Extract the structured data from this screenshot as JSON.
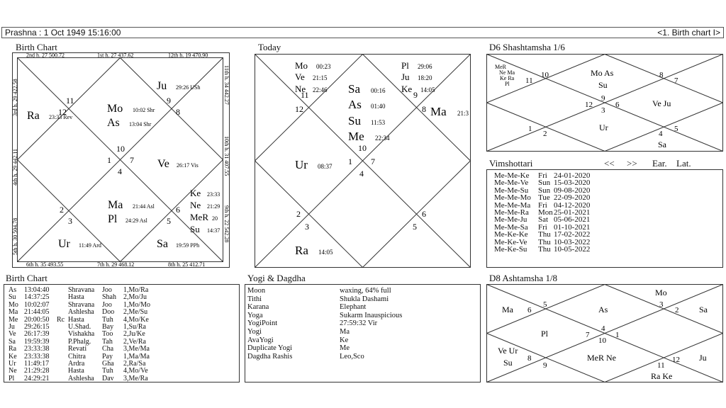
{
  "header": {
    "left": "Prashna :   1 Oct 1949  15:16:00",
    "right": "<1. Birth chart I>"
  },
  "titles": {
    "birth_chart": "Birth Chart",
    "today": "Today",
    "d6": "D6 Shashtamsha 1/6",
    "vimshottari": "Vimshottari",
    "birth_table": "Birth Chart",
    "yogi": "Yogi & Dagdha",
    "d8": "D8 Ashtamsha 1/8"
  },
  "vim_nav": {
    "prev": "<<",
    "next": ">>",
    "ear": "Ear.",
    "lat": "Lat."
  },
  "birth_chart": {
    "borders": [
      "2nd h.  27  500.72",
      "1st h.  27  437.62",
      "12th h.  19  470.90",
      "3rd h.  29  422.58",
      "4th h.  29  442.11",
      "5th h.  30  504.78",
      "11th h.  34  442.27",
      "10th h.  31  407.55",
      "9th h.  22  542.28",
      "6th h.  35  493.55",
      "7th h.  29  468.12",
      "8th h.  25  412.71"
    ],
    "houses": [
      "11",
      "12",
      "10",
      "1",
      "7",
      "4",
      "9",
      "8",
      "2",
      "3",
      "6",
      "5"
    ],
    "planets": [
      {
        "name": "Ra",
        "deg": "23:33 Rev"
      },
      {
        "name": "Mo",
        "deg": "10:02 Shr"
      },
      {
        "name": "As",
        "deg": "13:04 Shr"
      },
      {
        "name": "Ju",
        "deg": "29:26 USh"
      },
      {
        "name": "Ve",
        "deg": "26:17 Vis"
      },
      {
        "name": "Ma",
        "deg": "21:44 Asl"
      },
      {
        "name": "Pl",
        "deg": "24:29 Asl"
      },
      {
        "name": "Ke",
        "deg": "23:33"
      },
      {
        "name": "Ne",
        "deg": "21:29"
      },
      {
        "name": "MeR",
        "deg": "20"
      },
      {
        "name": "Su",
        "deg": "14:37"
      },
      {
        "name": "Ur",
        "deg": "11:49 Ard"
      },
      {
        "name": "Sa",
        "deg": "19:59 PPh"
      }
    ]
  },
  "today": {
    "houses": [
      "11",
      "12",
      "10",
      "1",
      "7",
      "4",
      "9",
      "8",
      "2",
      "3",
      "6",
      "5"
    ],
    "planets": [
      {
        "name": "Mo",
        "deg": "00:23"
      },
      {
        "name": "Ve",
        "deg": "21:15"
      },
      {
        "name": "Ne",
        "deg": "22:46"
      },
      {
        "name": "Pl",
        "deg": "29:06"
      },
      {
        "name": "Ju",
        "deg": "18:20"
      },
      {
        "name": "Ke",
        "deg": "14:05"
      },
      {
        "name": "Sa",
        "deg": "00:16"
      },
      {
        "name": "As",
        "deg": "01:40"
      },
      {
        "name": "Su",
        "deg": "11:53"
      },
      {
        "name": "Me",
        "deg": "22:34"
      },
      {
        "name": "Ma",
        "deg": "21:3"
      },
      {
        "name": "Ur",
        "deg": "08:37"
      },
      {
        "name": "Ra",
        "deg": "14:05"
      }
    ]
  },
  "d6": {
    "houses": [
      "10",
      "11",
      "8",
      "7",
      "9",
      "12",
      "6",
      "3",
      "1",
      "2",
      "4",
      "5"
    ],
    "planets": [
      "MeR",
      "Ne Ma",
      "Ke Ra",
      "Pl",
      "Mo As",
      "Su",
      "Ve Ju",
      "Ur",
      "Sa"
    ]
  },
  "d8": {
    "houses": [
      "5",
      "6",
      "3",
      "2",
      "4",
      "10",
      "7",
      "1",
      "8",
      "9",
      "11",
      "12"
    ],
    "planets": [
      "Mo",
      "Ma",
      "Sa",
      "As",
      "Pl",
      "Ve Ur",
      "Su",
      "MeR Ne",
      "Ju",
      "Ra Ke"
    ]
  },
  "vimshottari": [
    {
      "p": "Me-Me-Ke",
      "d": "Fri",
      "dt": "24-01-2020"
    },
    {
      "p": "Me-Me-Ve",
      "d": "Sun",
      "dt": "15-03-2020"
    },
    {
      "p": "Me-Me-Su",
      "d": "Sun",
      "dt": "09-08-2020"
    },
    {
      "p": "Me-Me-Mo",
      "d": "Tue",
      "dt": "22-09-2020"
    },
    {
      "p": "Me-Me-Ma",
      "d": "Fri",
      "dt": "04-12-2020"
    },
    {
      "p": "Me-Me-Ra",
      "d": "Mon",
      "dt": "25-01-2021"
    },
    {
      "p": "Me-Me-Ju",
      "d": "Sat",
      "dt": "05-06-2021"
    },
    {
      "p": "Me-Me-Sa",
      "d": "Fri",
      "dt": "01-10-2021"
    },
    {
      "p": "Me-Ke-Ke",
      "d": "Thu",
      "dt": "17-02-2022"
    },
    {
      "p": "Me-Ke-Ve",
      "d": "Thu",
      "dt": "10-03-2022"
    },
    {
      "p": "Me-Ke-Su",
      "d": "Thu",
      "dt": "10-05-2022"
    }
  ],
  "birth_table": [
    {
      "pl": "As",
      "deg": "13:04:40",
      "rc": "",
      "nak": "Shravana",
      "pada": "Joo",
      "lord": "1,Mo/Ra"
    },
    {
      "pl": "Su",
      "deg": "14:37:25",
      "rc": "",
      "nak": "Hasta",
      "pada": "Shah",
      "lord": "2,Mo/Ju"
    },
    {
      "pl": "Mo",
      "deg": "10:02:07",
      "rc": "",
      "nak": "Shravana",
      "pada": "Joo",
      "lord": "1,Mo/Mo"
    },
    {
      "pl": "Ma",
      "deg": "21:44:05",
      "rc": "",
      "nak": "Ashlesha",
      "pada": "Doo",
      "lord": "2,Me/Su"
    },
    {
      "pl": "Me",
      "deg": "20:00:50",
      "rc": "Rc",
      "nak": "Hasta",
      "pada": "Tuh",
      "lord": "4,Mo/Ke"
    },
    {
      "pl": "Ju",
      "deg": "29:26:15",
      "rc": "",
      "nak": "U.Shad.",
      "pada": "Bay",
      "lord": "1,Su/Ra"
    },
    {
      "pl": "Ve",
      "deg": "26:17:39",
      "rc": "",
      "nak": "Vishakha",
      "pada": "Too",
      "lord": "2,Ju/Ke"
    },
    {
      "pl": "Sa",
      "deg": "19:59:39",
      "rc": "",
      "nak": "P.Phalg.",
      "pada": "Tah",
      "lord": "2,Ve/Ra"
    },
    {
      "pl": "Ra",
      "deg": "23:33:38",
      "rc": "",
      "nak": "Revati",
      "pada": "Cha",
      "lord": "3,Me/Ma"
    },
    {
      "pl": "Ke",
      "deg": "23:33:38",
      "rc": "",
      "nak": "Chitra",
      "pada": "Pay",
      "lord": "1,Ma/Ma"
    },
    {
      "pl": "Ur",
      "deg": "11:49:17",
      "rc": "",
      "nak": "Ardra",
      "pada": "Gha",
      "lord": "2,Ra/Sa"
    },
    {
      "pl": "Ne",
      "deg": "21:29:28",
      "rc": "",
      "nak": "Hasta",
      "pada": "Tuh",
      "lord": "4,Mo/Ve"
    },
    {
      "pl": "Pl",
      "deg": "24:29:21",
      "rc": "",
      "nak": "Ashlesha",
      "pada": "Dav",
      "lord": "3,Me/Ra"
    }
  ],
  "yogi": [
    {
      "k": "Moon",
      "v": "waxing, 64% full"
    },
    {
      "k": "Tithi",
      "v": "Shukla  Dashami"
    },
    {
      "k": "Karana",
      "v": "Elephant"
    },
    {
      "k": "Yoga",
      "v": "Sukarm Inauspicious"
    },
    {
      "k": "YogiPoint",
      "v": "27:59:32 Vir"
    },
    {
      "k": "Yogi",
      "v": "Ma"
    },
    {
      "k": "AvaYogi",
      "v": "Ke"
    },
    {
      "k": "Duplicate Yogi",
      "v": "Me"
    },
    {
      "k": "Dagdha Rashis",
      "v": "Leo,Sco"
    }
  ]
}
